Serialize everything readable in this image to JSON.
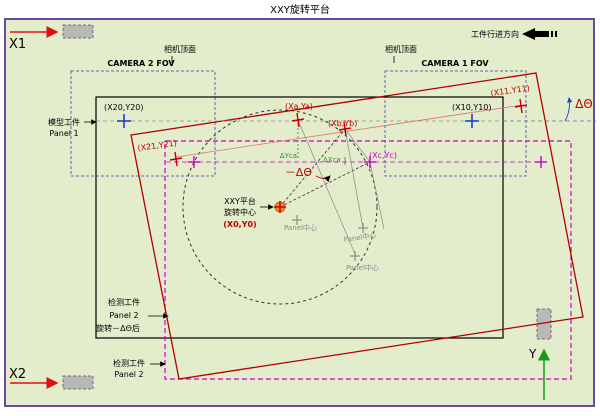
{
  "title": "XXY旋转平台",
  "direction_label": "工件行进方向",
  "x1_label": "X1",
  "x2_label": "X2",
  "y_label": "Y",
  "camera2": {
    "fov_label": "CAMERA 2 FOV",
    "top_label": "相机顶面"
  },
  "camera1": {
    "fov_label": "CAMERA 1 FOV",
    "top_label": "相机顶面"
  },
  "model_panel": {
    "line1": "模型工件",
    "line2": "Panel 1"
  },
  "inspect_panel": {
    "line1": "检测工件",
    "line2": "Panel 2"
  },
  "rotated_panel": {
    "line1": "检测工件",
    "line2": "Panel 2",
    "line3": "旋转－ΔΘ后"
  },
  "rotation_center": {
    "line1": "XXY平台",
    "line2": "旋转中心",
    "coord": "(X0,Y0)"
  },
  "points": {
    "x20y20": "(X20,Y20)",
    "x10y10": "(X10,Y10)",
    "x21y21": "(X21,Y21)",
    "x11y11": "(X11,Y11)",
    "xaya": "(Xa,Ya)",
    "xbyb": "(Xb,Yb)",
    "xcyc": "(Xc,Yc)"
  },
  "angles": {
    "delta_theta": "ΔΘ",
    "neg_delta_theta": "－ΔΘ"
  },
  "deltas": {
    "dyca": "ΔYca",
    "dxca": "ΔXca"
  },
  "panel_center_labels": [
    "Panel中心",
    "Panel中心",
    "Panel中心"
  ],
  "colors": {
    "background": "#e3eccb",
    "frame": "#6a4aa0",
    "red": "#c00000",
    "magenta": "#cc00cc",
    "blue": "#1a3fd6",
    "green": "#1a9a1a",
    "gray": "#8a8a8a",
    "camera_box": "#5a6aa8"
  }
}
